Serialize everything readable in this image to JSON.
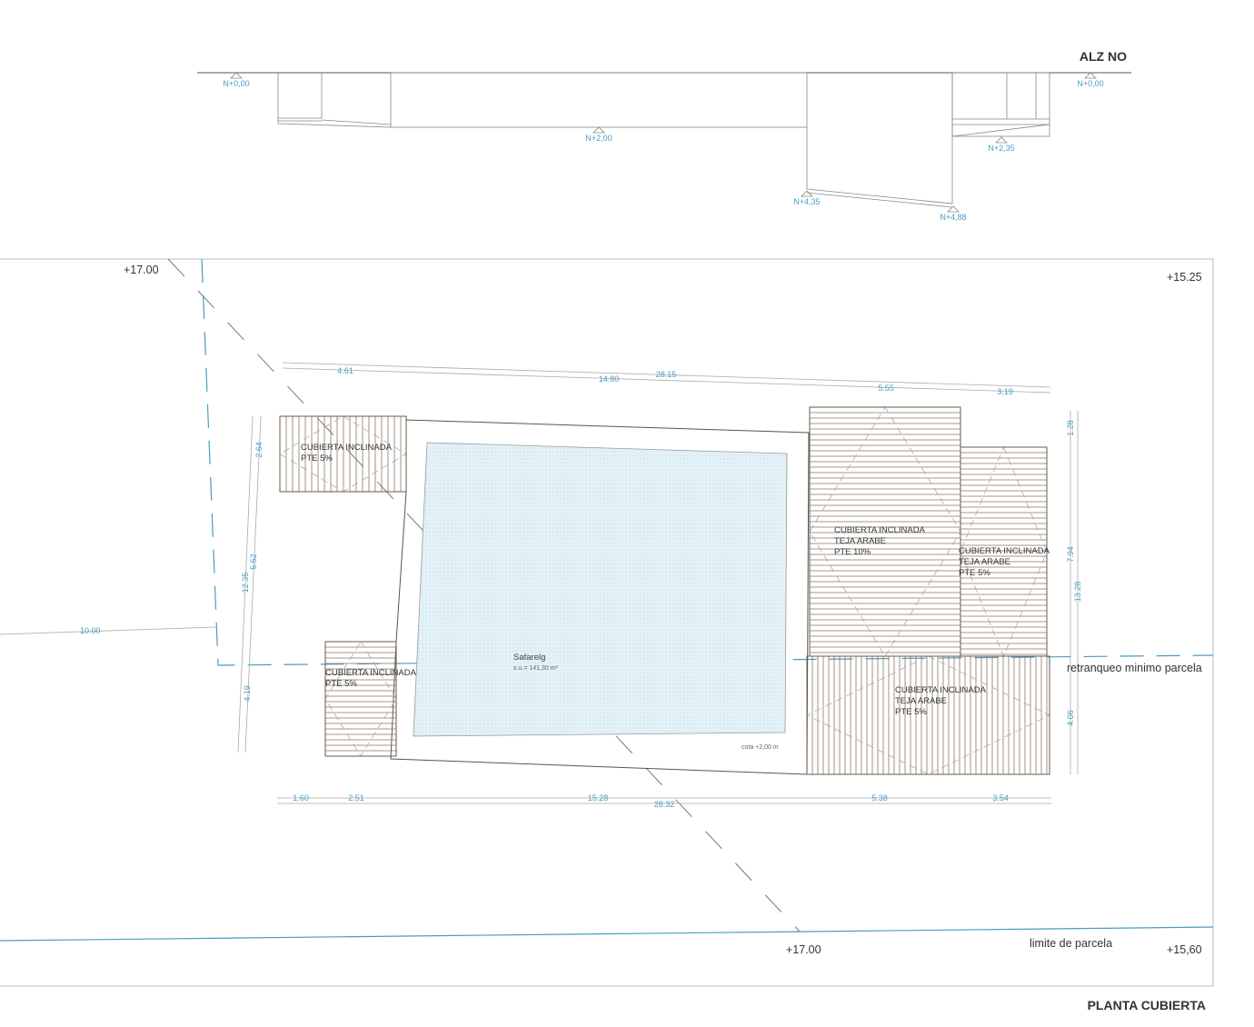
{
  "elevation": {
    "title": "ALZ NO",
    "levels": [
      "N+0,00",
      "N+2,00",
      "N+2,35",
      "N+4,35",
      "N+4,88",
      "N+0,00"
    ]
  },
  "plan": {
    "title": "PLANTA CUBIERTA",
    "spot_elevations": [
      "+17.00",
      "+15.25",
      "+17.00",
      "+15,60"
    ],
    "labels": {
      "setback": "retranqueo minimo parcela",
      "plot_limit": "limite de parcela",
      "pool_name": "Safarelg",
      "pool_area": "s.u.= 141,30 m²",
      "level_note": "cota +2,00 m"
    },
    "roofs": [
      {
        "line1": "CUBIERTA INCLINADA",
        "line2": "PTE 5%"
      },
      {
        "line1": "CUBIERTA INCLINADA",
        "line2": "PTE 5%"
      },
      {
        "line1": "CUBIERTA INCLINADA",
        "line2": "TEJA ARABE",
        "line3": "PTE 10%"
      },
      {
        "line1": "CUBIERTA INCLINADA",
        "line2": "TEJA ARABE",
        "line3": "PTE 5%"
      },
      {
        "line1": "CUBIERTA INCLINADA",
        "line2": "TEJA ARABE",
        "line3": "PTE 5%"
      }
    ],
    "dimensions": {
      "top": [
        "4.61",
        "14.80",
        "28.15",
        "5.55",
        "3.19"
      ],
      "bottom": [
        "1.60",
        "2.51",
        "15.28",
        "28.32",
        "5.38",
        "3.54"
      ],
      "left": [
        "2.64",
        "5.52",
        "12.35",
        "4.19"
      ],
      "right": [
        "1.28",
        "7.94",
        "13.28",
        "4.06"
      ],
      "setback": "10.00"
    }
  },
  "colors": {
    "dimension": "#4a9cc4",
    "roof_hatch": "#8a7560",
    "pool": "#dff0f7"
  }
}
